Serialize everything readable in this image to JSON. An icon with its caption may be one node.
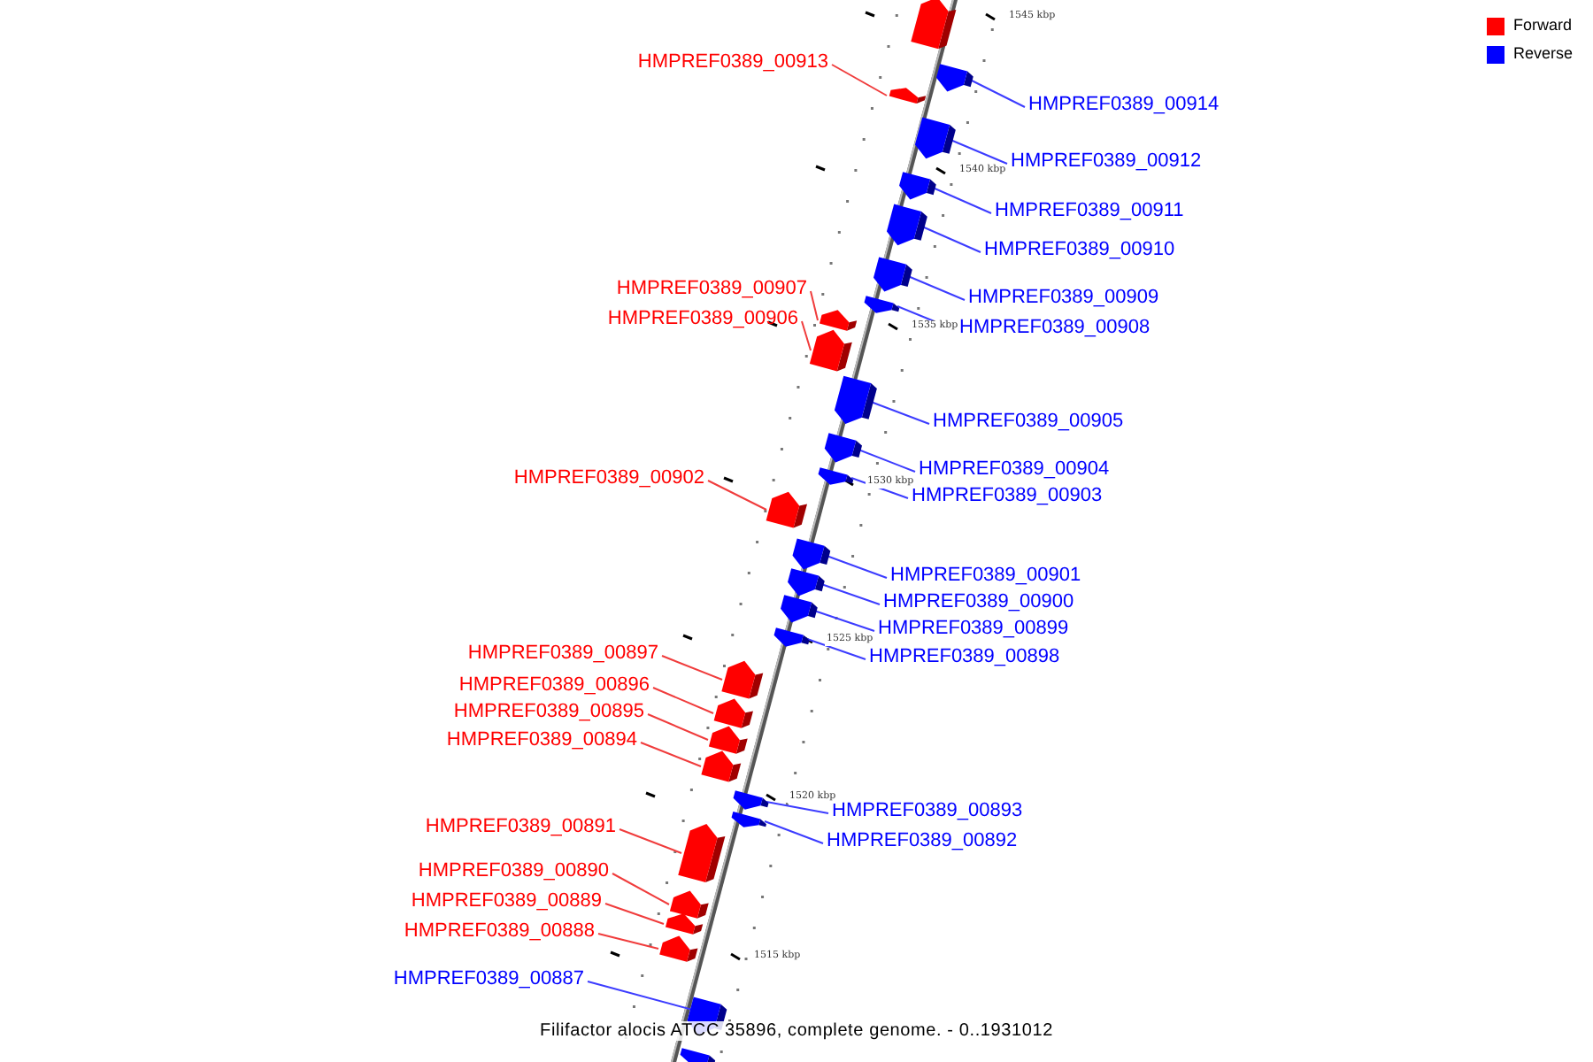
{
  "diagram": {
    "caption": "Filifactor alocis ATCC 35896, complete genome. - 0..1931012",
    "nodes": [
      {
        "text": [],
        "shape": "bar"
      },
      {
        "text": [
          "HMPREF0389_00913"
        ]
      },
      {
        "text": [],
        "shape": "bar"
      },
      {
        "text": [
          "HMPREF0389_00914"
        ]
      },
      {
        "text": [],
        "shape": "bar"
      },
      {
        "text": [
          "HMPREF0389_00912"
        ]
      },
      {
        "text": [],
        "shape": "bar"
      },
      {
        "text": [
          "HMPREF0389_00911"
        ]
      },
      {
        "text": [],
        "shape": "bar"
      },
      {
        "text": [
          "HMPREF0389_00910"
        ]
      },
      {
        "text": [],
        "shape": "bar"
      },
      {
        "text": [
          "HMPREF0389_00909"
        ]
      },
      {
        "text": [],
        "shape": "bar"
      },
      {
        "text": [
          "HMPREF0389_00908"
        ]
      },
      {
        "text": [],
        "shape": "bar"
      },
      {
        "text": [
          "HMPREF0389_00907"
        ]
      },
      {
        "text": [],
        "shape": "bar"
      },
      {
        "text": [
          "HMPREF0389_00906"
        ]
      },
      {
        "text": [],
        "shape": "bar"
      },
      {
        "text": [
          "HMPREF0389_00905"
        ]
      },
      {
        "text": [],
        "shape": "bar"
      },
      {
        "text": [
          "HMPREF0389_00904"
        ]
      },
      {
        "text": [],
        "shape": "bar"
      },
      {
        "text": [
          "HMPREF0389_00903"
        ]
      },
      {
        "text": [],
        "shape": "bar"
      },
      {
        "text": [
          "HMPREF0389_00902"
        ]
      },
      {
        "text": [],
        "shape": "bar"
      },
      {
        "text": [
          "HMPREF0389_00901"
        ]
      },
      {
        "text": [],
        "shape": "bar"
      },
      {
        "text": [
          "HMPREF0389_00900"
        ]
      },
      {
        "text": [],
        "shape": "bar"
      },
      {
        "text": [
          "HMPREF0389_00899"
        ]
      },
      {
        "text": [],
        "shape": "bar"
      },
      {
        "text": [
          "HMPREF0389_00898"
        ]
      },
      {
        "text": [],
        "shape": "bar"
      },
      {
        "text": [
          "HMPREF0389_00897"
        ]
      },
      {
        "text": [],
        "shape": "bar"
      },
      {
        "text": [
          "HMPREF0389_00896"
        ]
      },
      {
        "text": [],
        "shape": "bar"
      },
      {
        "text": [
          "HMPREF0389_00895"
        ]
      },
      {
        "text": [],
        "shape": "bar"
      },
      {
        "text": [
          "HMPREF0389_00894"
        ]
      },
      {
        "text": [],
        "shape": "bar"
      },
      {
        "text": [
          "HMPREF0389_00893"
        ]
      },
      {
        "text": [],
        "shape": "bar"
      },
      {
        "text": [
          "HMPREF0389_00892"
        ]
      },
      {
        "text": [],
        "shape": "bar"
      },
      {
        "text": [
          "HMPREF0389_00891"
        ]
      },
      {
        "text": [],
        "shape": "bar"
      },
      {
        "text": [
          "HMPREF0389_00890"
        ]
      },
      {
        "text": [],
        "shape": "bar"
      },
      {
        "text": [
          "HMPREF0389_00889"
        ]
      },
      {
        "text": [],
        "shape": "bar"
      },
      {
        "text": [
          "HMPREF0389_00888"
        ]
      },
      {
        "text": [],
        "shape": "bar"
      },
      {
        "text": [
          "HMPREF0389_00887"
        ]
      },
      {
        "text": [],
        "shape": "bar"
      },
      {
        "text": [],
        "shape": "bar"
      }
    ],
    "edges": [
      {
        "from": 1,
        "to": 2,
        "arrow": "none",
        "color": "#f03c3c"
      },
      {
        "from": 3,
        "to": 4,
        "arrow": "none"
      },
      {
        "from": 5,
        "to": 6,
        "arrow": "none"
      },
      {
        "from": 7,
        "to": 8,
        "arrow": "none"
      },
      {
        "from": 9,
        "to": 10,
        "arrow": "none"
      },
      {
        "from": 11,
        "to": 12,
        "arrow": "none"
      },
      {
        "from": 13,
        "to": 14,
        "arrow": "none"
      },
      {
        "from": 15,
        "to": 16,
        "arrow": "none",
        "color": "#f03c3c"
      },
      {
        "from": 17,
        "to": 18,
        "arrow": "none",
        "color": "#f03c3c"
      },
      {
        "from": 19,
        "to": 20,
        "arrow": "none"
      },
      {
        "from": 21,
        "to": 22,
        "arrow": "none"
      },
      {
        "from": 23,
        "to": 24,
        "arrow": "none"
      },
      {
        "from": 25,
        "to": 26,
        "arrow": "none",
        "color": "#f03c3c"
      },
      {
        "from": 27,
        "to": 28,
        "arrow": "none"
      },
      {
        "from": 29,
        "to": 30,
        "arrow": "none"
      },
      {
        "from": 31,
        "to": 32,
        "arrow": "none"
      },
      {
        "from": 33,
        "to": 34,
        "arrow": "none"
      },
      {
        "from": 35,
        "to": 36,
        "arrow": "none",
        "color": "#f03c3c"
      },
      {
        "from": 37,
        "to": 38,
        "arrow": "none",
        "color": "#f03c3c"
      },
      {
        "from": 39,
        "to": 40,
        "arrow": "none",
        "color": "#f03c3c"
      },
      {
        "from": 41,
        "to": 42,
        "arrow": "none",
        "color": "#f03c3c"
      },
      {
        "from": 43,
        "to": 44,
        "arrow": "none"
      },
      {
        "from": 45,
        "to": 46,
        "arrow": "none"
      },
      {
        "from": 47,
        "to": 48,
        "arrow": "none",
        "color": "#f03c3c"
      },
      {
        "from": 49,
        "to": 50,
        "arrow": "none",
        "color": "#f03c3c"
      },
      {
        "from": 51,
        "to": 52,
        "arrow": "none",
        "color": "#f03c3c"
      },
      {
        "from": 53,
        "to": 54,
        "arrow": "none",
        "color": "#f03c3c"
      },
      {
        "from": 55,
        "to": 56,
        "arrow": "none"
      }
    ],
    "labels": [
      "1545 kbp",
      "1540 kbp",
      "1535 kbp",
      "1530 kbp",
      "1525 kbp",
      "1520 kbp",
      "1515 kbp"
    ],
    "legend": [
      {
        "text": "Forward",
        "color": "#ff0000"
      },
      {
        "text": "Reverse",
        "color": "#0000ff"
      }
    ]
  }
}
